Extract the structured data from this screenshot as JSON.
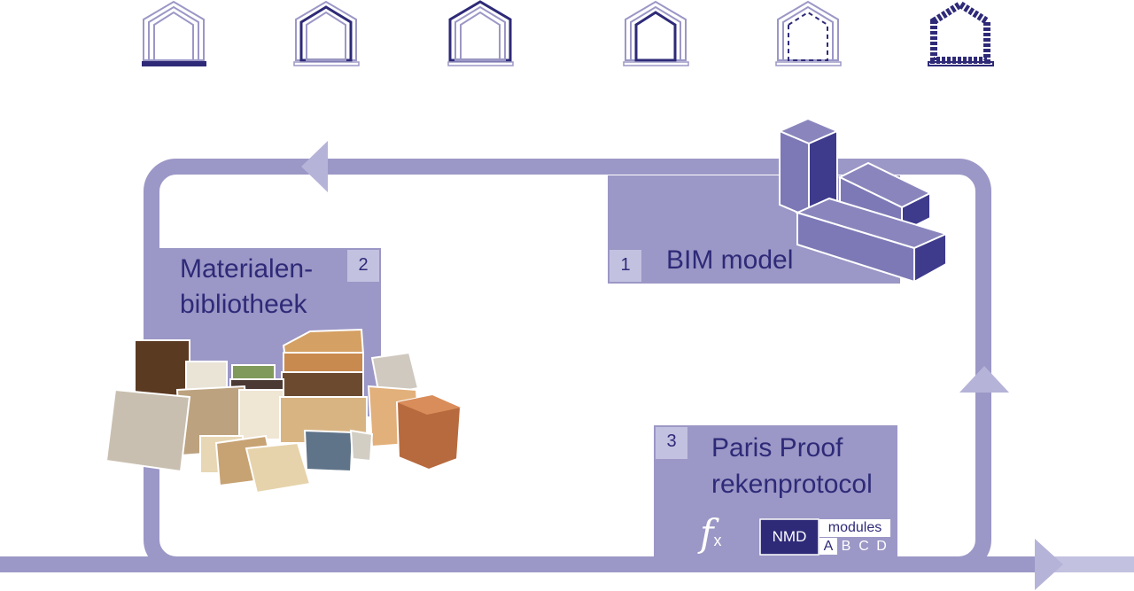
{
  "colors": {
    "loop": "#9b97c6",
    "dark": "#2e2a78",
    "box": "#9b97c6",
    "num_box": "#c3c1e0"
  },
  "house_icons": [
    {
      "name": "house-icon-1"
    },
    {
      "name": "house-icon-2"
    },
    {
      "name": "house-icon-3"
    },
    {
      "name": "house-icon-4"
    },
    {
      "name": "house-icon-5"
    },
    {
      "name": "house-icon-6"
    }
  ],
  "steps": {
    "bim": {
      "number": "1",
      "title": "BIM model"
    },
    "library": {
      "number": "2",
      "title_line1": "Materialen-",
      "title_line2": "bibliotheek"
    },
    "protocol": {
      "number": "3",
      "title_line1": "Paris Proof",
      "title_line2": "rekenprotocol"
    }
  },
  "formula": {
    "symbol": "f",
    "subscript": "x"
  },
  "nmd": {
    "label": "NMD",
    "modules_label": "modules",
    "modules": [
      "A",
      "B",
      "C",
      "D"
    ]
  },
  "icons": {
    "bim": "building-blocks-icon",
    "library": "material-samples-icon",
    "formula": "function-icon"
  }
}
